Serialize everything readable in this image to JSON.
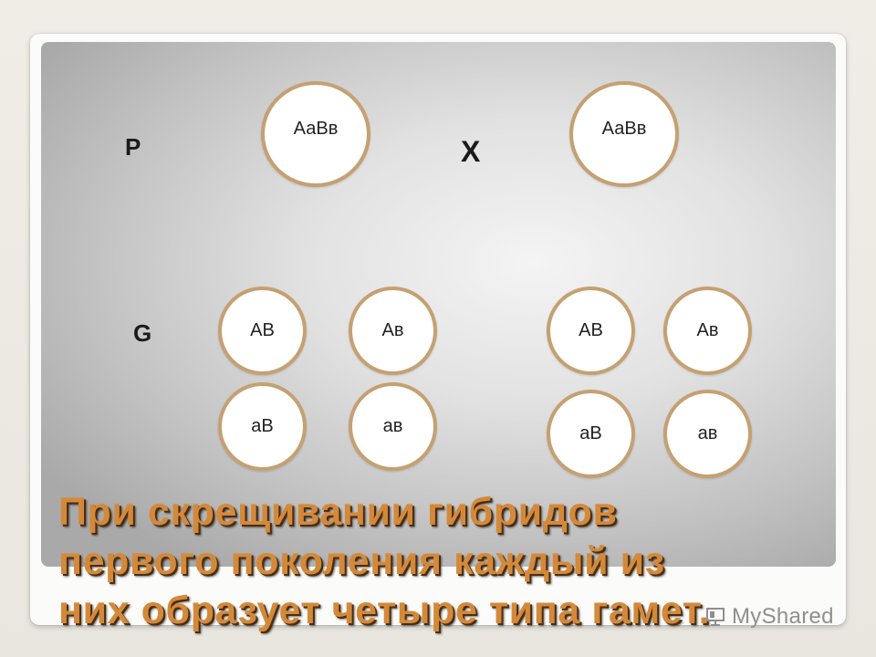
{
  "labels": {
    "parents": "P",
    "cross": "X",
    "gametes": "G"
  },
  "parents": [
    {
      "genotype": "АаВв"
    },
    {
      "genotype": "АаВв"
    }
  ],
  "gametes_left": [
    {
      "genotype": "АВ"
    },
    {
      "genotype": "Ав"
    },
    {
      "genotype": "аВ"
    },
    {
      "genotype": "ав"
    }
  ],
  "gametes_right": [
    {
      "genotype": "АВ"
    },
    {
      "genotype": "Ав"
    },
    {
      "genotype": "аВ"
    },
    {
      "genotype": "ав"
    }
  ],
  "caption": {
    "line1": "При скрещивании гибридов",
    "line2": "первого поколения каждый из",
    "line3": "них образует четыре типа гамет."
  },
  "watermark": {
    "text": "MyShared",
    "icon": "presentation-board-icon"
  },
  "colors": {
    "circle_border": "#c5a071",
    "caption_text": "#d4893a"
  }
}
